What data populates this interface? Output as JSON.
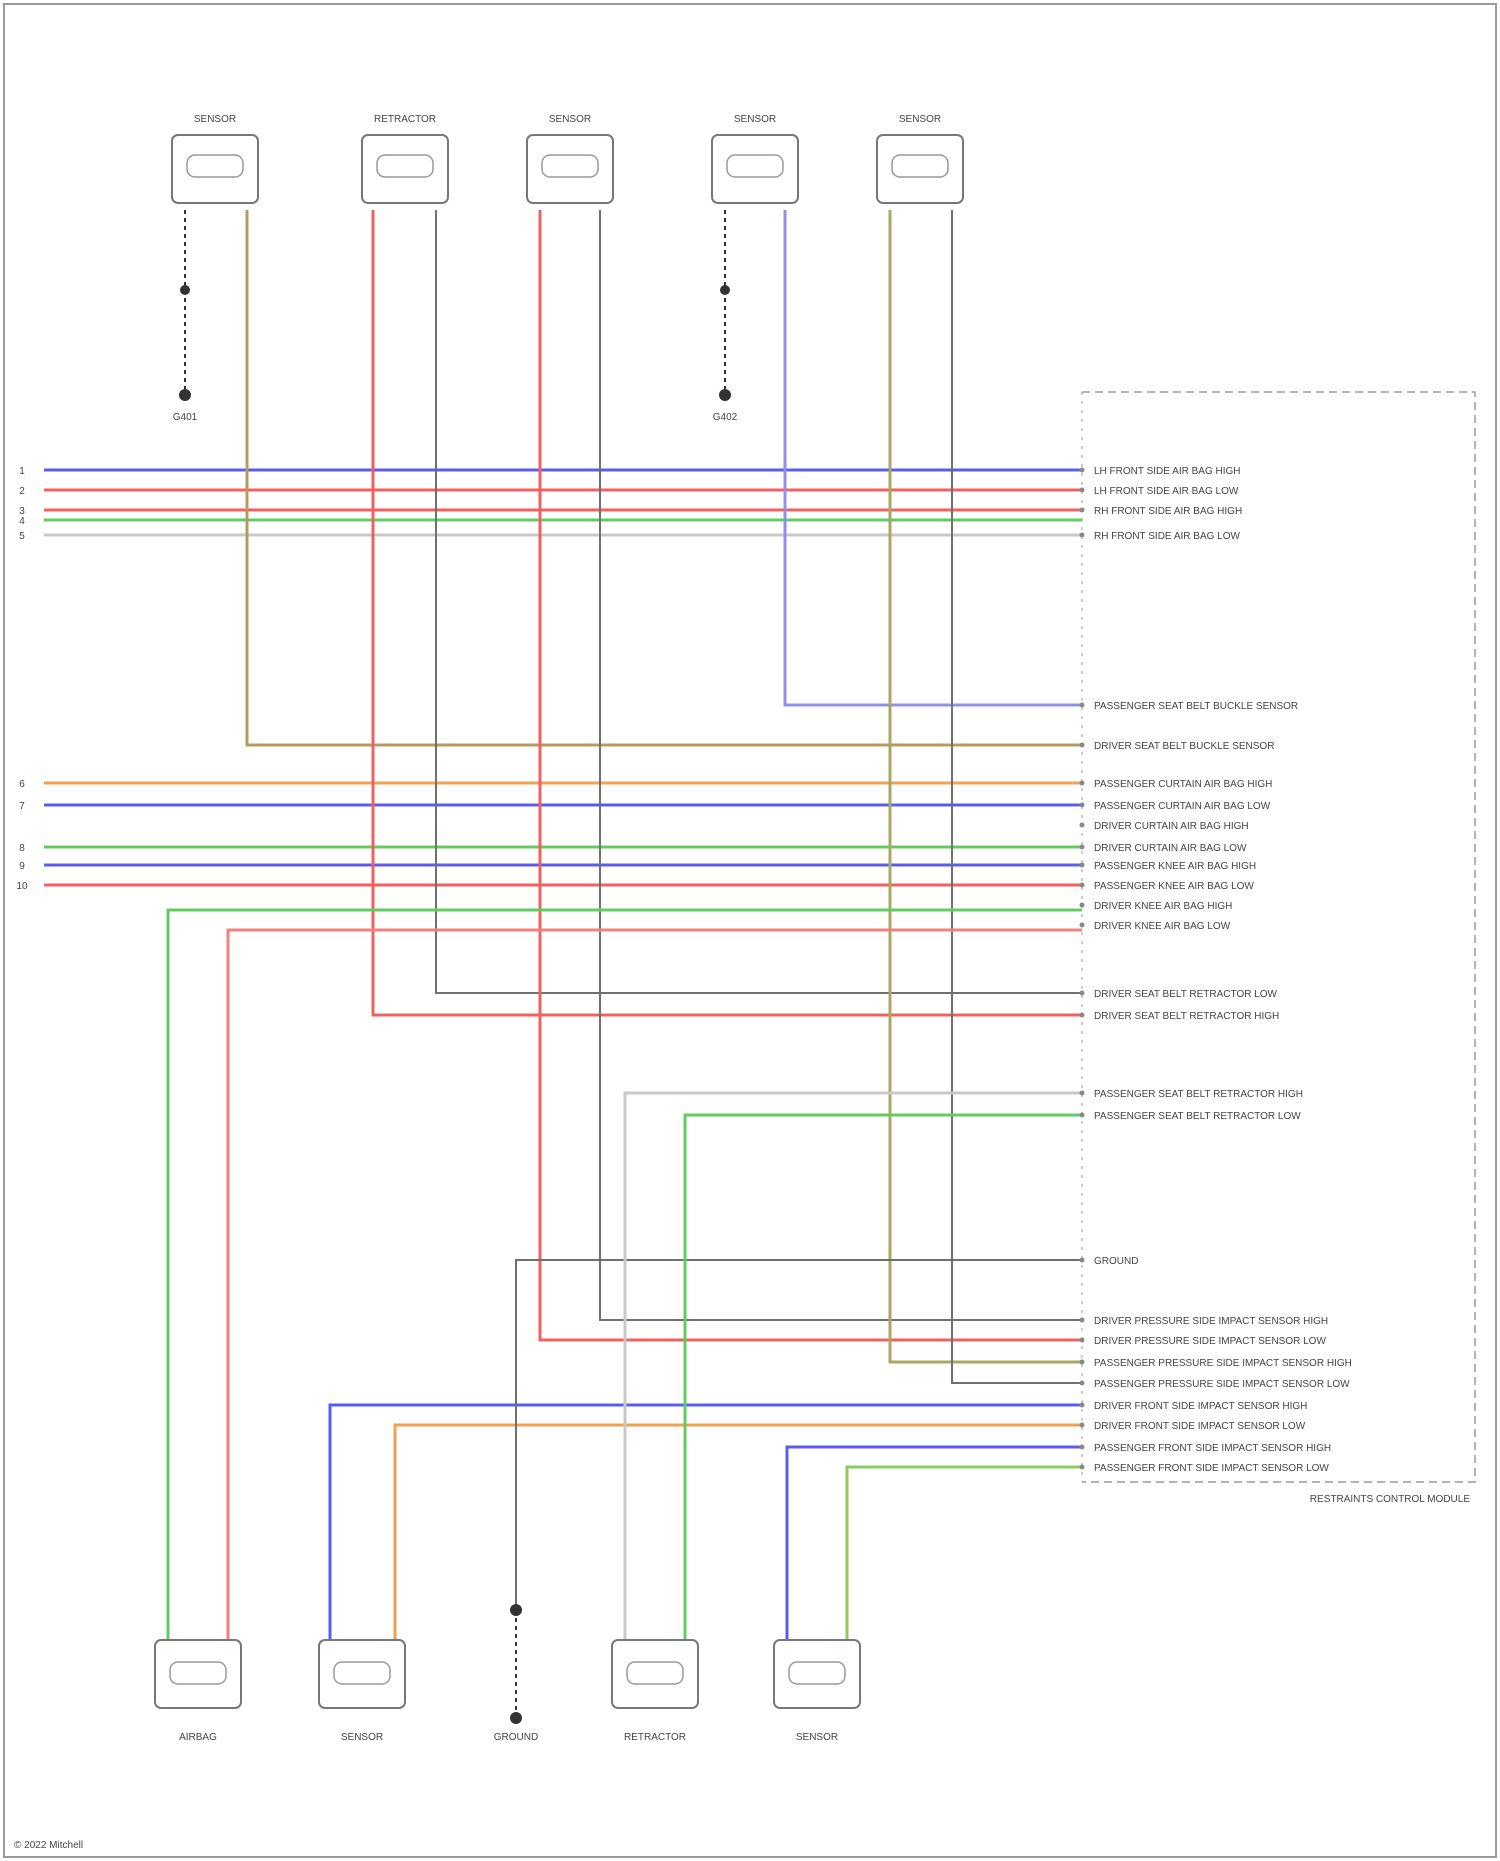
{
  "diagram": {
    "type": "wiring-schematic",
    "colors": {
      "frame": "#9a9a9a",
      "blue": "#5b5bf0",
      "red": "#f06060",
      "green": "#60cc60",
      "orange": "#f0a050",
      "tan": "#b89a60",
      "gray": "#707070",
      "lightgray": "#c8c8c8",
      "olive": "#a8a860",
      "lavender": "#9090e8",
      "yellowgreen": "#90c860",
      "pink": "#f08080",
      "black": "#333333"
    },
    "top_components": [
      {
        "label": "SENSOR"
      },
      {
        "label": "RETRACTOR"
      },
      {
        "label": "SENSOR"
      },
      {
        "label": "SENSOR"
      },
      {
        "label": "SENSOR"
      }
    ],
    "bottom_components": [
      {
        "label": "AIRBAG"
      },
      {
        "label": "SENSOR"
      },
      {
        "label": "GROUND"
      },
      {
        "label": "RETRACTOR"
      },
      {
        "label": "SENSOR"
      }
    ],
    "grounds": [
      {
        "label": "G401"
      },
      {
        "label": "G402"
      }
    ],
    "module": {
      "label": "RESTRAINTS CONTROL MODULE"
    },
    "pin_labels": [
      "LH FRONT SIDE AIR BAG HIGH",
      "LH FRONT SIDE AIR BAG LOW",
      "RH FRONT SIDE AIR BAG HIGH",
      "RH FRONT SIDE AIR BAG LOW",
      "PASSENGER SEAT BELT BUCKLE SENSOR",
      "DRIVER SEAT BELT BUCKLE SENSOR",
      "PASSENGER CURTAIN AIR BAG HIGH",
      "PASSENGER CURTAIN AIR BAG LOW",
      "DRIVER CURTAIN AIR BAG HIGH",
      "DRIVER CURTAIN AIR BAG LOW",
      "PASSENGER KNEE AIR BAG HIGH",
      "PASSENGER KNEE AIR BAG LOW",
      "DRIVER KNEE AIR BAG HIGH",
      "DRIVER KNEE AIR BAG LOW",
      "DRIVER SEAT BELT RETRACTOR LOW",
      "DRIVER SEAT BELT RETRACTOR HIGH",
      "PASSENGER SEAT BELT RETRACTOR HIGH",
      "PASSENGER SEAT BELT RETRACTOR LOW",
      "GROUND",
      "DRIVER PRESSURE SIDE IMPACT SENSOR HIGH",
      "DRIVER PRESSURE SIDE IMPACT SENSOR LOW",
      "PASSENGER PRESSURE SIDE IMPACT SENSOR HIGH",
      "PASSENGER PRESSURE SIDE IMPACT SENSOR LOW",
      "DRIVER FRONT SIDE IMPACT SENSOR HIGH",
      "DRIVER FRONT SIDE IMPACT SENSOR LOW",
      "PASSENGER FRONT SIDE IMPACT SENSOR HIGH",
      "PASSENGER FRONT SIDE IMPACT SENSOR LOW"
    ],
    "left_connector_numbers": [
      "1",
      "2",
      "3",
      "4",
      "5",
      "6",
      "7",
      "8",
      "9",
      "10"
    ],
    "footer": "© 2022 Mitchell"
  }
}
